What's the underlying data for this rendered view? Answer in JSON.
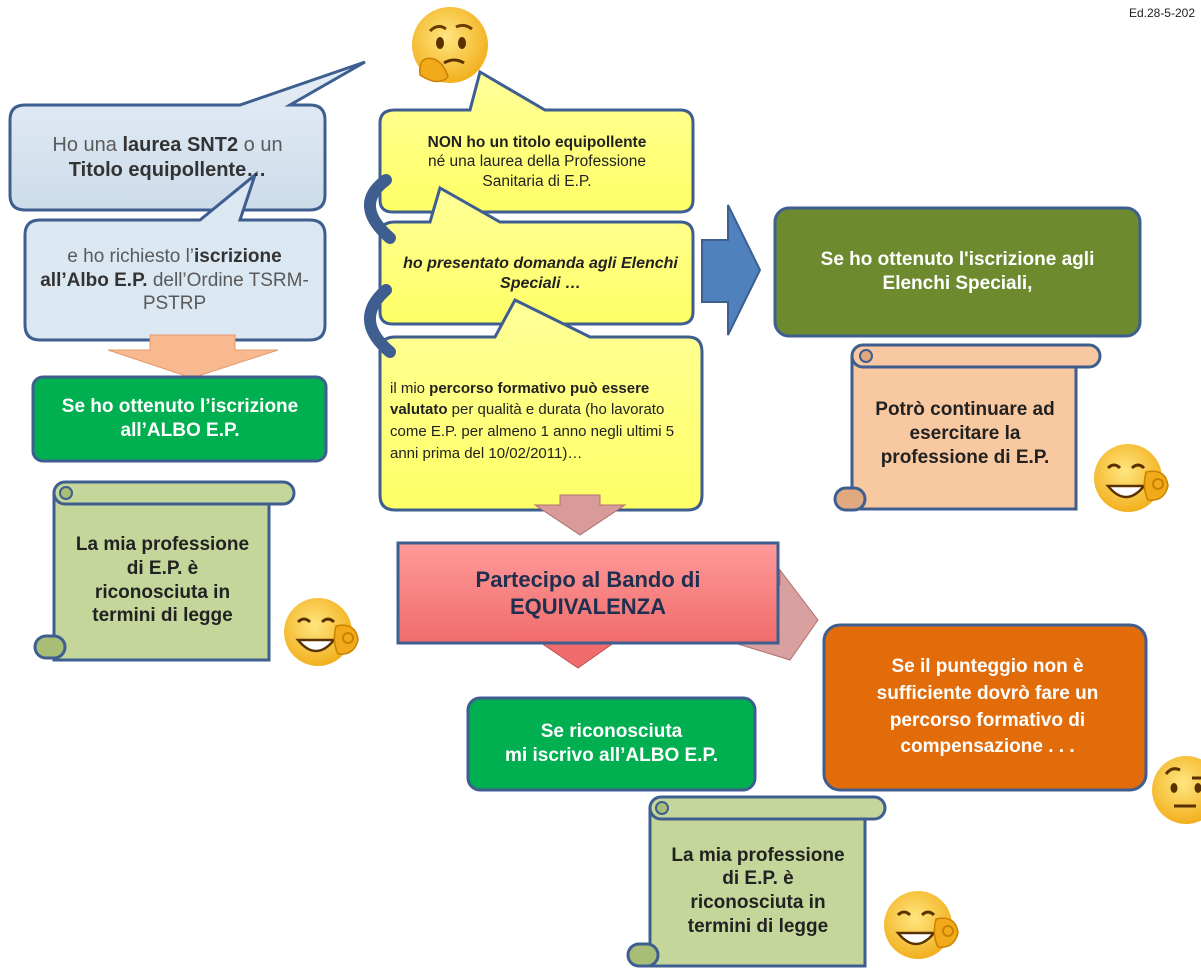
{
  "edition": "Ed.28-5-202",
  "left": {
    "bubble1_parts": [
      "Ho una ",
      "laurea SNT2",
      " o un ",
      "Titolo equipollente…"
    ],
    "bubble2_parts": [
      "e ho richiesto l’",
      "iscrizione all’Albo E.P.",
      " dell’Ordine TSRM-PSTRP"
    ],
    "result": "Se ho ottenuto l’iscrizione all’ALBO E.P.",
    "scroll_text": "La mia professione di E.P. è riconosciuta in termini di legge"
  },
  "middle": {
    "bubble1_parts": [
      "NON ho un titolo equipollente",
      "né una laurea della Professione Sanitaria di E.P."
    ],
    "bubble2": "ho presentato domanda agli Elenchi Speciali …",
    "bubble3_parts": [
      "il mio ",
      "percorso formativo può essere valutato",
      " per qualità e durata (ho lavorato come E.P. per almeno 1 anno negli ultimi 5 anni prima del 10/02/2011)…"
    ],
    "banner": [
      "Partecipo al Bando di",
      "EQUIVALENZA"
    ]
  },
  "right": {
    "result": "Se ho ottenuto l'iscrizione agli Elenchi Speciali,",
    "scroll_text": "Potrò continuare ad esercitare la professione di E.P."
  },
  "bottom": {
    "recognized": [
      "Se riconosciuta",
      "mi iscrivo all’ALBO E.P."
    ],
    "compensation": "Se il punteggio non è sufficiente dovrò fare un percorso formativo di compensazione . . .",
    "scroll_text": "La mia professione di E.P. è riconosciuta in termini di legge"
  },
  "icons": [
    "thinking-face-icon",
    "ok-hand-face-icon",
    "raised-eyebrow-face-icon"
  ],
  "colors": {
    "blue_border": "#3e5e90",
    "light_blue": "#dbe7f1",
    "yellow": "#ffff80",
    "green": "#00b050",
    "olive": "#6d8a2f",
    "peach": "#f8c8a0",
    "sage": "#c8d8a0",
    "orange": "#e36c0a",
    "salmon": "#f88080",
    "pink_arrow": "#d9a0a0",
    "blue_arrow": "#4f81bd"
  }
}
